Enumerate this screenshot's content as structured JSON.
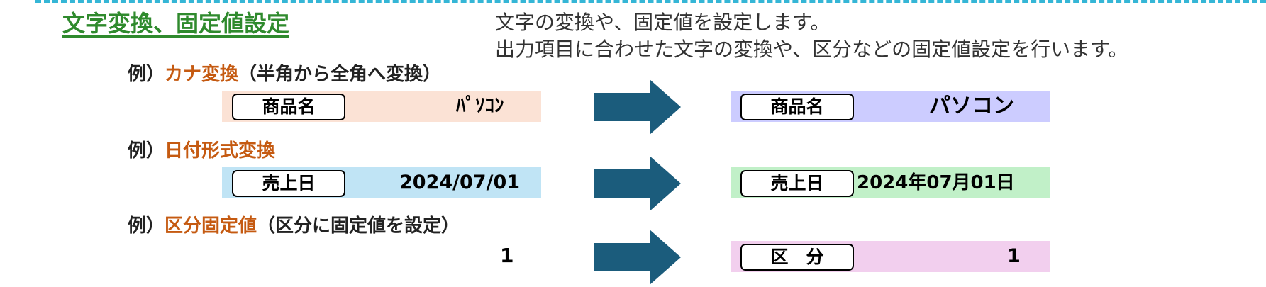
{
  "title": "文字変換、固定値設定",
  "description": [
    "文字の変換や、固定値を設定します。",
    "出力項目に合わせた文字の変換や、区分などの固定値設定を行います。"
  ],
  "examples": [
    {
      "prefix": "例）",
      "keyword": "カナ変換",
      "note": "（半角から全角へ変換）",
      "before": {
        "label": "商品名",
        "value": "ﾊﾟｿｺﾝ",
        "band_color": "#fbe2d5"
      },
      "after": {
        "label": "商品名",
        "value": "パソコン",
        "band_color": "#ccccff"
      }
    },
    {
      "prefix": "例）",
      "keyword": "日付形式変換",
      "note": "",
      "before": {
        "label": "売上日",
        "value": "2024/07/01",
        "band_color": "#c0e4f5"
      },
      "after": {
        "label": "売上日",
        "value": "2024年07月01日",
        "band_color": "#c1f0c8"
      }
    },
    {
      "prefix": "例）",
      "keyword": "区分固定値",
      "note": "（区分に固定値を設定）",
      "before": {
        "label": "",
        "value": "1",
        "band_color": ""
      },
      "after": {
        "label": "区　分",
        "value": "1",
        "band_color": "#f2cfee"
      }
    }
  ],
  "colors": {
    "title": "#2f8a2d",
    "keyword": "#c55a11",
    "arrow": "#1b5c7c",
    "dashed_border": "#35b6d6"
  },
  "icons": [
    "right-arrow-icon"
  ]
}
